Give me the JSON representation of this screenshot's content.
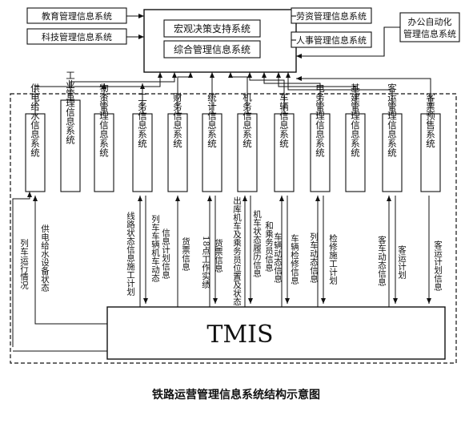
{
  "outer_left": [
    "教育管理信息系统",
    "科技管理信息系统"
  ],
  "outer_right": [
    "劳资管理信息系统",
    "人事管理信息系统"
  ],
  "office_auto": [
    "办公自动化",
    "管理信息系统"
  ],
  "center_top": "宏观决策支持系统",
  "center_mid": "综合管理信息系统",
  "subsystems": [
    "供电给水信息系统",
    "工业管理信息系统",
    "物资管理信息系统",
    "工务信息系统",
    "财务信息系统",
    "统计信息系统",
    "机务信息系统",
    "车辆信息系统",
    "电务管理信息系统",
    "基建管理信息系统",
    "客运管理信息系统",
    "客票预售系统"
  ],
  "flows": [
    "列车运行情况",
    "供电给水设备状态",
    "线路状态信息施工计划",
    "列车车辆机车动态",
    "信息计划信息",
    "货票信息",
    "18点工作实绩",
    "货票信息",
    "出库机车及乘务员位置及状态",
    "机车状态履历信息",
    "和乘务员信息",
    "车辆动态信息",
    "车辆检修信息",
    "列车动态信息",
    "检修施工计划",
    "客车动态信息",
    "客运计划",
    "客运计划信息"
  ],
  "tmis": "TMIS",
  "caption": "铁路运营管理信息系统结构示意图"
}
